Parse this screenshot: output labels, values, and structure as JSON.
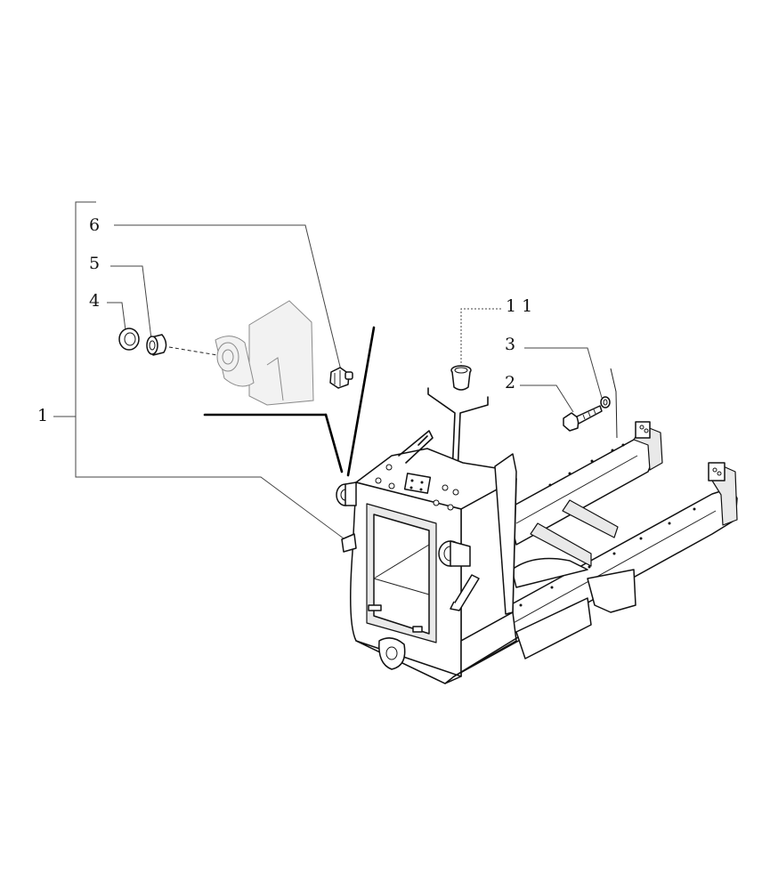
{
  "diagram": {
    "callouts": [
      {
        "id": "callout-1",
        "label": "1"
      },
      {
        "id": "callout-2",
        "label": "2"
      },
      {
        "id": "callout-3",
        "label": "3"
      },
      {
        "id": "callout-4",
        "label": "4"
      },
      {
        "id": "callout-5",
        "label": "5"
      },
      {
        "id": "callout-6",
        "label": "6"
      },
      {
        "id": "callout-11",
        "label": "1 1"
      }
    ]
  }
}
